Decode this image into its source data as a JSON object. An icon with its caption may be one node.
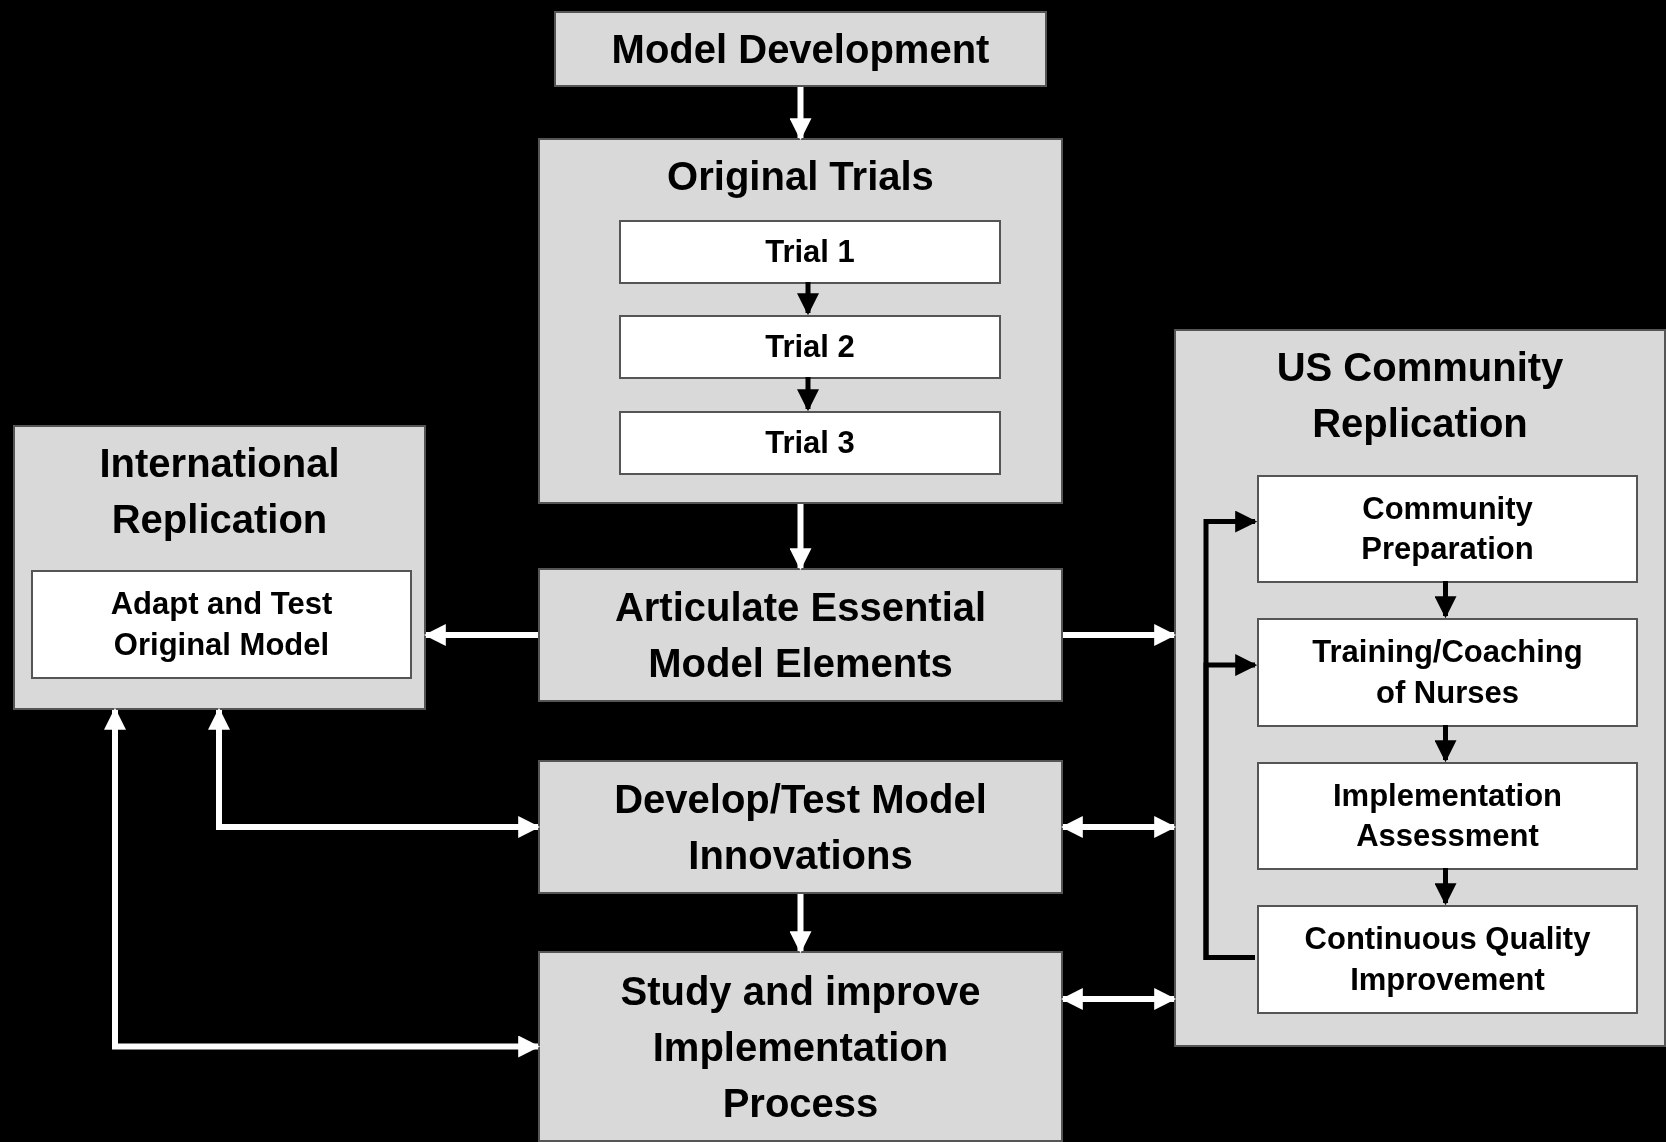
{
  "diagram": {
    "nodes": [
      {
        "text": [
          "Model Development"
        ]
      },
      {
        "text": [
          "Original Trials"
        ]
      },
      {
        "text": [
          "Trial 1"
        ],
        "in": 1
      },
      {
        "text": [
          "Trial 2"
        ],
        "in": 1
      },
      {
        "text": [
          "Trial 3"
        ],
        "in": 1
      },
      {
        "text": [
          "International Replication"
        ]
      },
      {
        "text": [
          "Adapt and Test Original Model"
        ],
        "in": 5
      },
      {
        "text": [
          "Articulate Essential Model Elements"
        ]
      },
      {
        "text": [
          "Develop/Test Model Innovations"
        ]
      },
      {
        "text": [
          "Study and improve Implementation Process"
        ]
      },
      {
        "text": [
          "US Community Replication"
        ]
      },
      {
        "text": [
          "Community Preparation"
        ],
        "in": 10
      },
      {
        "text": [
          "Training/Coaching of Nurses"
        ],
        "in": 10
      },
      {
        "text": [
          "Implementation Assessment"
        ],
        "in": 10
      },
      {
        "text": [
          "Continuous Quality Improvement"
        ],
        "in": 10
      }
    ],
    "edges": [
      {
        "from": 0,
        "to": 1,
        "arrow": "to"
      },
      {
        "from": 2,
        "to": 3,
        "arrow": "to",
        "color": "#000000"
      },
      {
        "from": 3,
        "to": 4,
        "arrow": "to",
        "color": "#000000"
      },
      {
        "from": 1,
        "to": 7,
        "arrow": "to"
      },
      {
        "from": 7,
        "to": 5,
        "arrow": "to"
      },
      {
        "from": 7,
        "to": 10,
        "arrow": "to"
      },
      {
        "from": 5,
        "to": 8,
        "arrow": "both"
      },
      {
        "from": 8,
        "to": 10,
        "arrow": "both"
      },
      {
        "from": 8,
        "to": 9,
        "arrow": "to"
      },
      {
        "from": 9,
        "to": 10,
        "arrow": "both"
      },
      {
        "from": 5,
        "to": 9,
        "arrow": "both"
      },
      {
        "from": 11,
        "to": 12,
        "arrow": "to",
        "color": "#000000"
      },
      {
        "from": 12,
        "to": 13,
        "arrow": "to",
        "color": "#000000"
      },
      {
        "from": 13,
        "to": 14,
        "arrow": "to",
        "color": "#000000"
      },
      {
        "from": 14,
        "to": 11,
        "arrow": "to",
        "color": "#000000"
      },
      {
        "from": 14,
        "to": 12,
        "arrow": "to",
        "color": "#000000"
      }
    ]
  }
}
